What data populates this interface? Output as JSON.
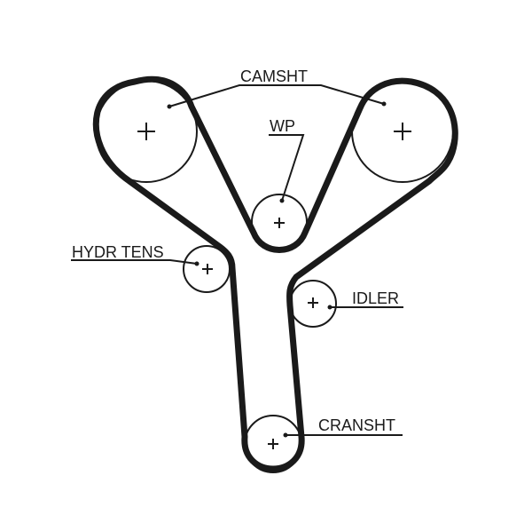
{
  "labels": {
    "camshaft": "CAMSHT",
    "water_pump": "WP",
    "hydraulic_tensioner": "HYDR TENS",
    "idler": "IDLER",
    "crankshaft": "CRANSHT"
  },
  "colors": {
    "line": "#1a1a1a",
    "background": "#ffffff"
  }
}
